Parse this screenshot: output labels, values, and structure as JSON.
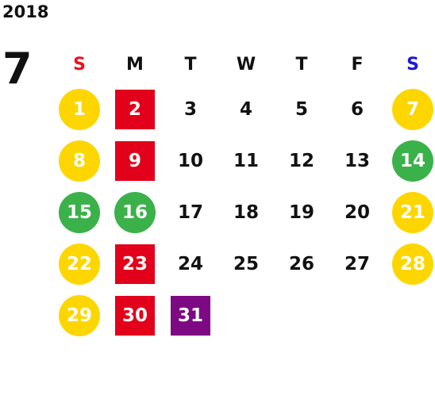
{
  "year": "2018",
  "month": "7",
  "weekdays": [
    "S",
    "M",
    "T",
    "W",
    "T",
    "F",
    "S"
  ],
  "weeks": [
    [
      {
        "day": "1",
        "mark": "yellow"
      },
      {
        "day": "2",
        "mark": "red"
      },
      {
        "day": "3",
        "mark": ""
      },
      {
        "day": "4",
        "mark": ""
      },
      {
        "day": "5",
        "mark": ""
      },
      {
        "day": "6",
        "mark": ""
      },
      {
        "day": "7",
        "mark": "yellow"
      }
    ],
    [
      {
        "day": "8",
        "mark": "yellow"
      },
      {
        "day": "9",
        "mark": "red"
      },
      {
        "day": "10",
        "mark": ""
      },
      {
        "day": "11",
        "mark": ""
      },
      {
        "day": "12",
        "mark": ""
      },
      {
        "day": "13",
        "mark": ""
      },
      {
        "day": "14",
        "mark": "green"
      }
    ],
    [
      {
        "day": "15",
        "mark": "green"
      },
      {
        "day": "16",
        "mark": "green"
      },
      {
        "day": "17",
        "mark": ""
      },
      {
        "day": "18",
        "mark": ""
      },
      {
        "day": "19",
        "mark": ""
      },
      {
        "day": "20",
        "mark": ""
      },
      {
        "day": "21",
        "mark": "yellow"
      }
    ],
    [
      {
        "day": "22",
        "mark": "yellow"
      },
      {
        "day": "23",
        "mark": "red"
      },
      {
        "day": "24",
        "mark": ""
      },
      {
        "day": "25",
        "mark": ""
      },
      {
        "day": "26",
        "mark": ""
      },
      {
        "day": "27",
        "mark": ""
      },
      {
        "day": "28",
        "mark": "yellow"
      }
    ],
    [
      {
        "day": "29",
        "mark": "yellow"
      },
      {
        "day": "30",
        "mark": "red"
      },
      {
        "day": "31",
        "mark": "purple"
      },
      {
        "day": "",
        "mark": ""
      },
      {
        "day": "",
        "mark": ""
      },
      {
        "day": "",
        "mark": ""
      },
      {
        "day": "",
        "mark": ""
      }
    ]
  ],
  "colors": {
    "sunday_header": "#e8131f",
    "saturday_header": "#1a1ad6",
    "yellow": "#fdd600",
    "green": "#3bb14a",
    "red": "#e2001a",
    "purple": "#7d0a83"
  }
}
